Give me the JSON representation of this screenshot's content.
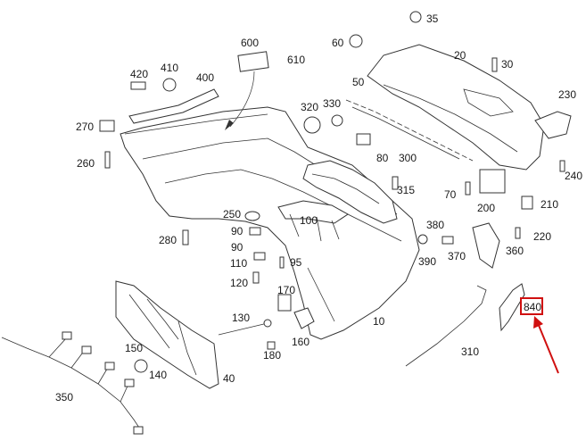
{
  "diagram": {
    "highlight_color": "#d01010",
    "highlighted_label": "840",
    "labels": {
      "l35": "35",
      "l60": "60",
      "l20": "20",
      "l30": "30",
      "l600": "600",
      "l610": "610",
      "l420": "420",
      "l410": "410",
      "l400": "400",
      "l230": "230",
      "l50": "50",
      "l320": "320",
      "l330": "330",
      "l270": "270",
      "l80": "80",
      "l300": "300",
      "l260": "260",
      "l240": "240",
      "l315": "315",
      "l70": "70",
      "l200": "200",
      "l210": "210",
      "l250": "250",
      "l100": "100",
      "l90a": "90",
      "l90b": "90",
      "l280": "280",
      "l380": "380",
      "l220": "220",
      "l110": "110",
      "l95": "95",
      "l390": "390",
      "l370": "370",
      "l360": "360",
      "l120": "120",
      "l170": "170",
      "l840": "840",
      "l130": "130",
      "l10": "10",
      "l160": "160",
      "l150": "150",
      "l180": "180",
      "l310": "310",
      "l140": "140",
      "l40": "40",
      "l350": "350"
    }
  }
}
